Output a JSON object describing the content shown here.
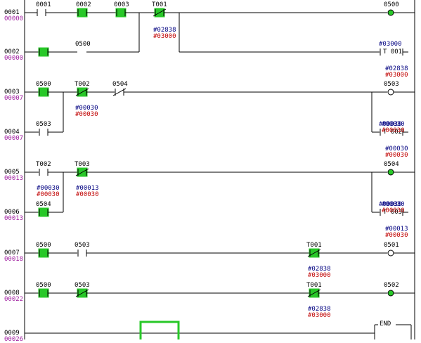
{
  "colors": {
    "rail": "#000000",
    "active": "#28c828",
    "preset": "#000080",
    "present": "#c00000",
    "step": "#a020a0",
    "cursor": "#28c828"
  },
  "rungs": [
    {
      "num": "0001",
      "step": "00000"
    },
    {
      "num": "0002",
      "step": "00000"
    },
    {
      "num": "0003",
      "step": "00007"
    },
    {
      "num": "0004",
      "step": "00007"
    },
    {
      "num": "0005",
      "step": "00013"
    },
    {
      "num": "0006",
      "step": "00013"
    },
    {
      "num": "0007",
      "step": "00018"
    },
    {
      "num": "0008",
      "step": "00022"
    },
    {
      "num": "0009",
      "step": "00026"
    }
  ],
  "contacts": [
    {
      "label": "0001",
      "type": "NO",
      "on": false
    },
    {
      "label": "0002",
      "type": "NO",
      "on": true
    },
    {
      "label": "0003",
      "type": "NO",
      "on": true
    },
    {
      "label": "T001",
      "type": "NC",
      "on": true
    },
    {
      "label": "0500",
      "type": "NO",
      "on": true
    },
    {
      "label": "0500",
      "type": "NO",
      "on": true
    },
    {
      "label": "T002",
      "type": "NC",
      "on": true
    },
    {
      "label": "0504",
      "type": "NC",
      "on": false
    },
    {
      "label": "0503",
      "type": "NO",
      "on": false
    },
    {
      "label": "T002",
      "type": "NO",
      "on": false
    },
    {
      "label": "T003",
      "type": "NC",
      "on": true
    },
    {
      "label": "0504",
      "type": "NO",
      "on": true
    },
    {
      "label": "0500",
      "type": "NO",
      "on": true
    },
    {
      "label": "0503",
      "type": "NO",
      "on": false
    },
    {
      "label": "T001",
      "type": "NC",
      "on": true
    },
    {
      "label": "0500",
      "type": "NO",
      "on": true
    },
    {
      "label": "0503",
      "type": "NC",
      "on": true
    },
    {
      "label": "T001",
      "type": "NC",
      "on": true
    }
  ],
  "coils": [
    {
      "label": "0500",
      "on": true
    },
    {
      "label": "0503",
      "on": false
    },
    {
      "label": "0504",
      "on": true
    },
    {
      "label": "0501",
      "on": false
    },
    {
      "label": "0502",
      "on": true
    }
  ],
  "timers": [
    {
      "label": "T 001",
      "preset": "#03000"
    },
    {
      "label": "T 002",
      "preset": "#00030"
    },
    {
      "label": "T 003",
      "preset": "#00030"
    }
  ],
  "params": [
    {
      "a": "#02838",
      "b": "#03000"
    },
    {
      "a": "#02838",
      "b": "#03000"
    },
    {
      "a": "#00030",
      "b": "#00030"
    },
    {
      "a": "#00030",
      "b": "#00030"
    },
    {
      "a": "#00030",
      "b": "#00030"
    },
    {
      "a": "#00013",
      "b": "#00030"
    },
    {
      "a": "#00013",
      "b": "#00030"
    },
    {
      "a": "#02838",
      "b": "#03000"
    },
    {
      "a": "#02838",
      "b": "#03000"
    }
  ],
  "end_label": "END"
}
